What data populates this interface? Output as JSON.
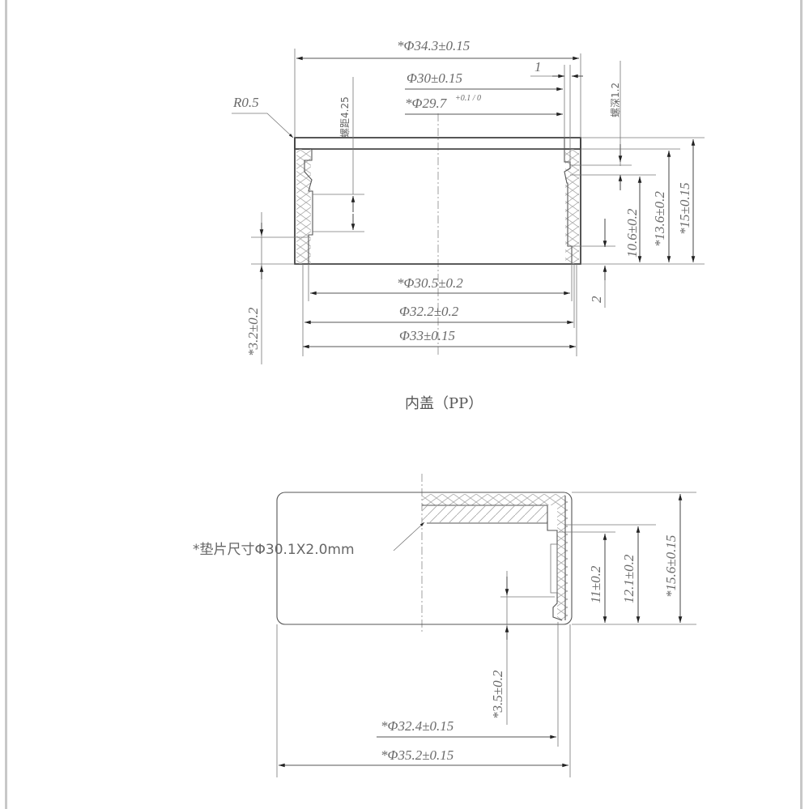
{
  "drawing": {
    "inner_lid": {
      "title": "内盖（PP）",
      "dims": {
        "outer_top_dia": "*Φ34.3±0.15",
        "thread_dia": "Φ30±0.15",
        "inner_dia": "*Φ29.7",
        "inner_dia_tol": "+0.1 / 0",
        "step_width": "1",
        "corner_radius": "R0.5",
        "thread_pitch": "螺距4.25",
        "thread_depth": "螺深1.2",
        "height_10_6": "10.6±0.2",
        "height_13_6": "*13.6±0.2",
        "height_15": "*15±0.15",
        "offset_3_2": "*3.2±0.2",
        "bottom_gap": "2",
        "bottom_inner_dia": "*Φ30.5±0.2",
        "bottom_mid_dia": "Φ32.2±0.2",
        "bottom_outer_dia": "Φ33±0.15"
      }
    },
    "outer_cap": {
      "gasket_note": "*垫片尺寸Φ30.1X2.0mm",
      "dims": {
        "height_11": "11±0.2",
        "height_12_1": "12.1±0.2",
        "height_15_6": "*15.6±0.15",
        "offset_3_5": "*3.5±0.2",
        "inner_dia": "*Φ32.4±0.15",
        "outer_dia": "*Φ35.2±0.15"
      }
    },
    "colors": {
      "line": "#555555",
      "text": "#6a6a6a",
      "border": "#c8c8c8"
    }
  }
}
